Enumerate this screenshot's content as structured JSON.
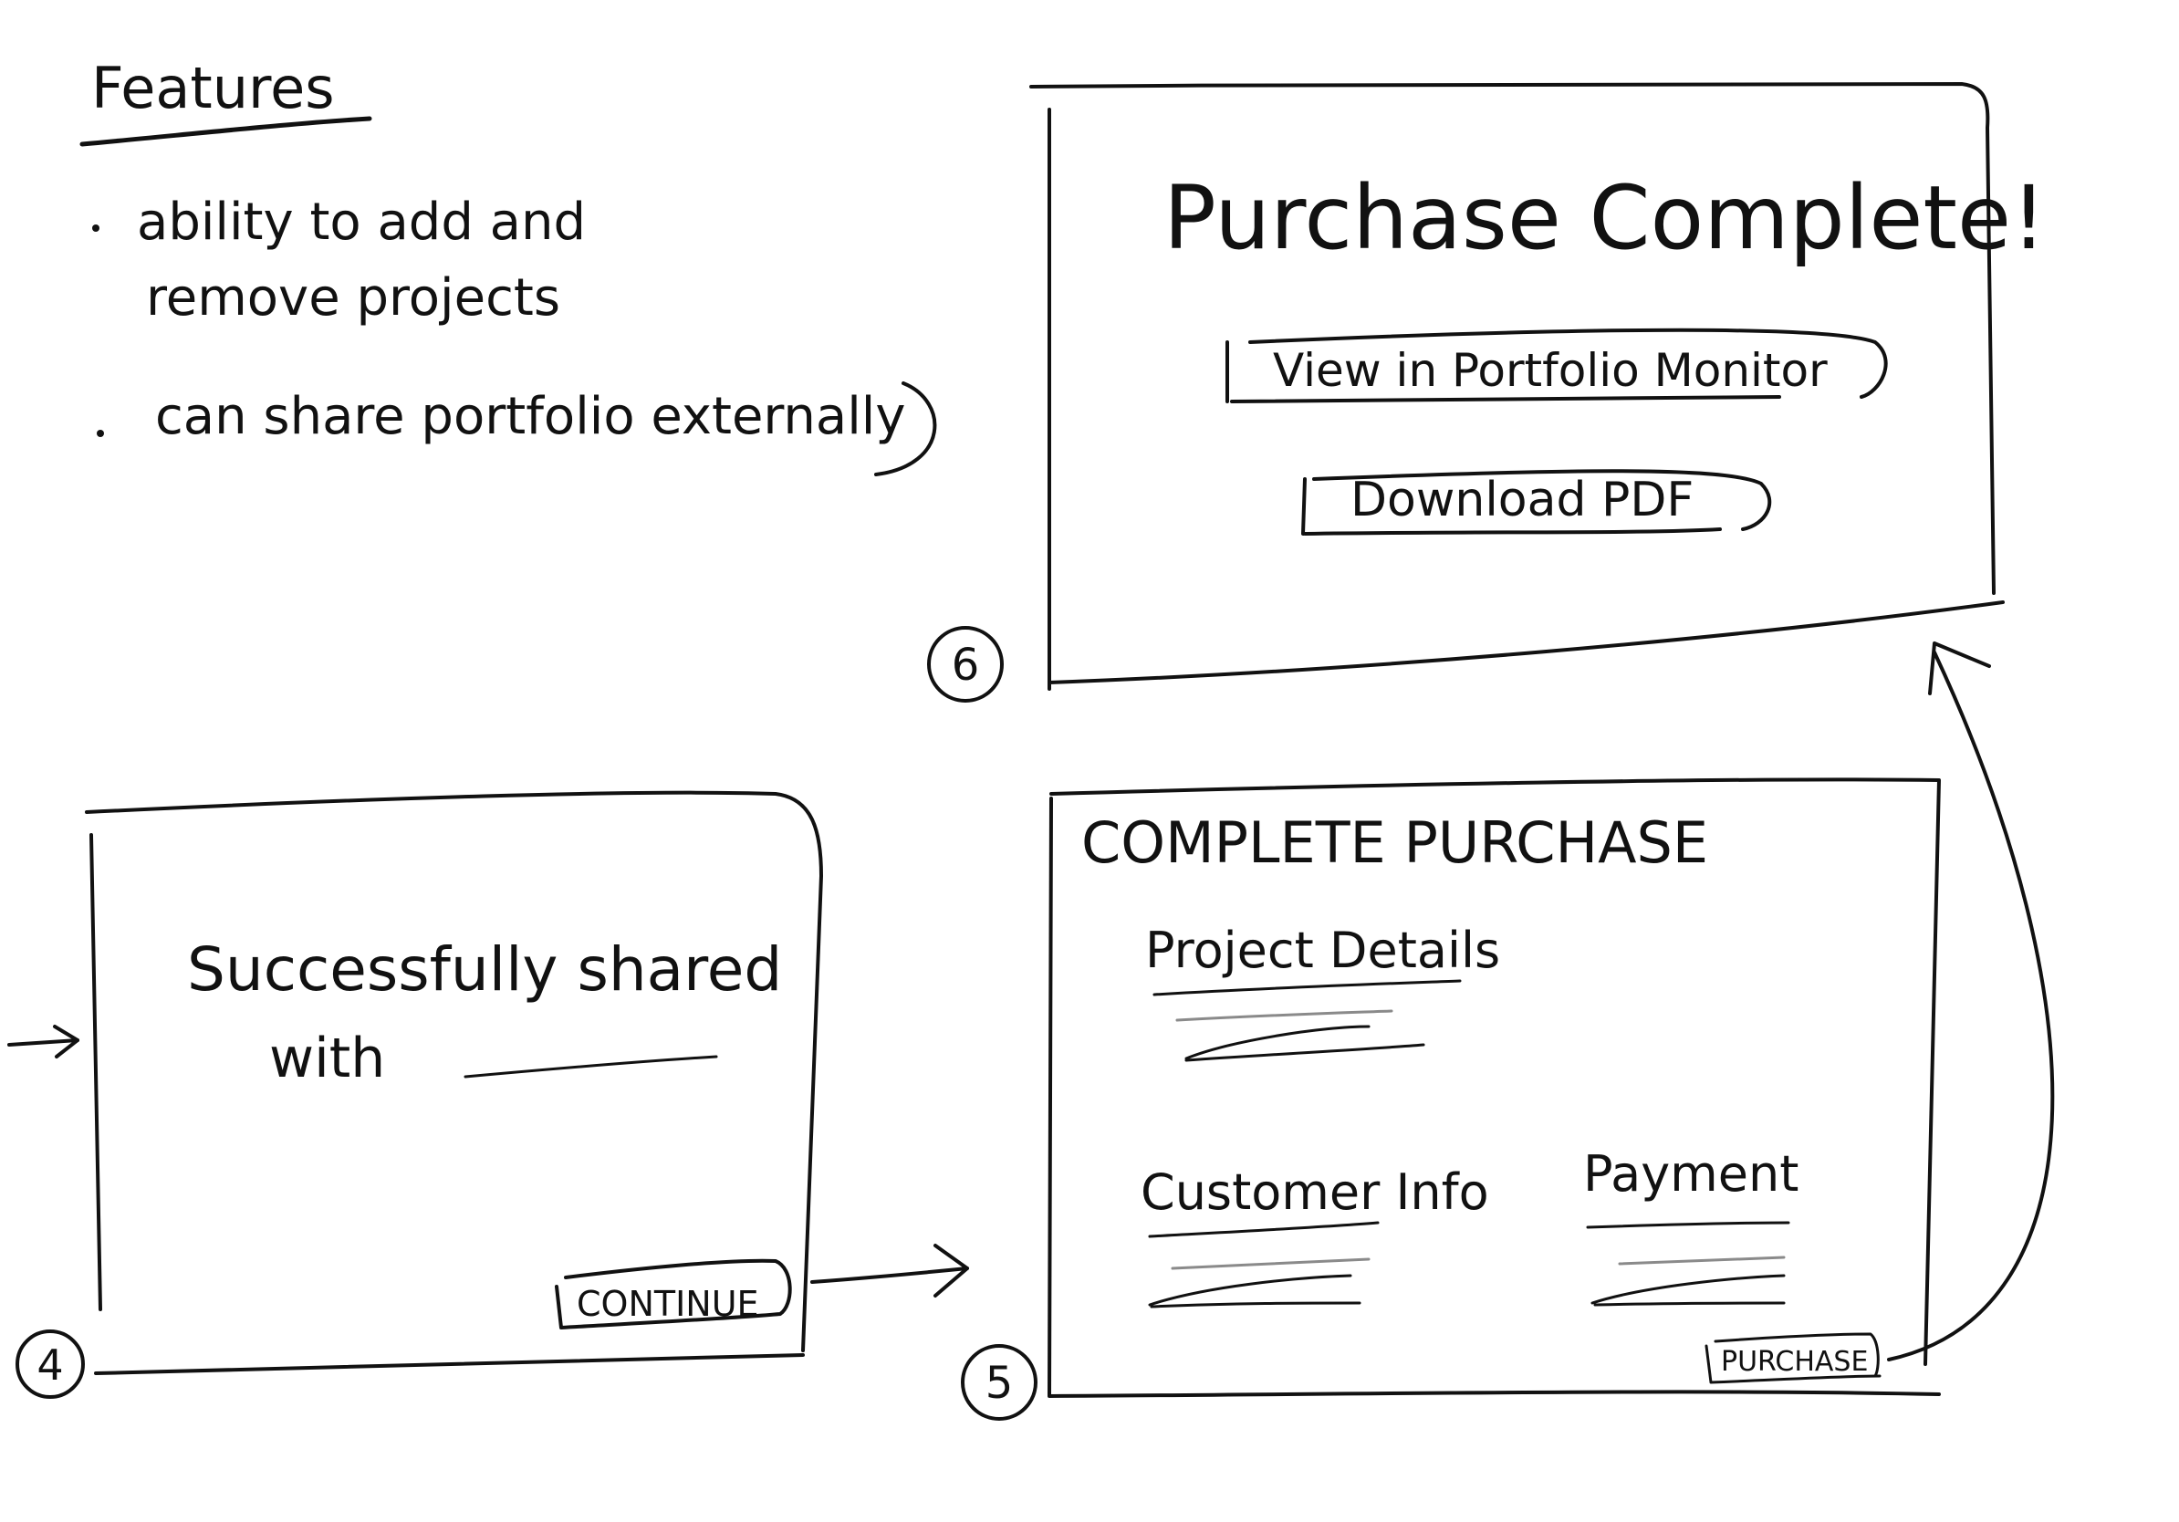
{
  "features": {
    "heading": "Features",
    "bullets": [
      "ability to add and remove projects",
      "can share portfolio externally"
    ]
  },
  "screens": {
    "s4": {
      "number": "4",
      "message_line1": "Successfully shared",
      "message_line2": "with",
      "button": "CONTINUE"
    },
    "s5": {
      "number": "5",
      "title": "COMPLETE PURCHASE",
      "section_project": "Project Details",
      "section_customer": "Customer Info",
      "section_payment": "Payment",
      "button": "PURCHASE"
    },
    "s6": {
      "number": "6",
      "title": "Purchase Complete!",
      "button_view": "View in Portfolio Monitor",
      "button_download": "Download PDF"
    }
  }
}
